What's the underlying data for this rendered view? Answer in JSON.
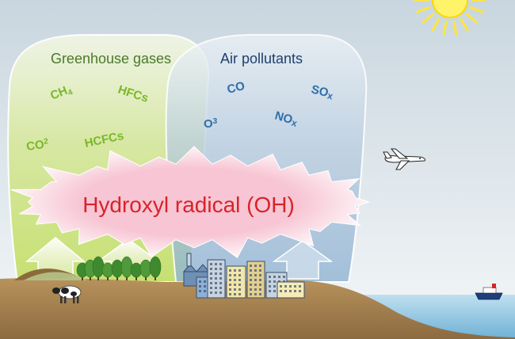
{
  "colors": {
    "sky_top": "#c9d6df",
    "sky_bottom": "#f4f7f8",
    "greenhouse_cloud": "#d6e79a",
    "pollutant_cloud": "#b9cde0",
    "oh_burst": "#f7c5d3",
    "oh_text": "#d8232a",
    "ground": "#a88657",
    "sea": "#8fc3df",
    "sun": "#ffe53a"
  },
  "greenhouse": {
    "title": "Greenhouse gases",
    "gases": {
      "ch4": {
        "base": "CH",
        "sub": "4"
      },
      "hfcs": "HFCs",
      "co2": {
        "base": "CO",
        "sub": "2"
      },
      "hcfcs": "HCFCs"
    }
  },
  "pollutants": {
    "title": "Air pollutants",
    "gases": {
      "co": "CO",
      "sox": {
        "base": "SO",
        "sub": "x"
      },
      "o3": {
        "base": "O",
        "sub": "3"
      },
      "nox": {
        "base": "NO",
        "sub": "x"
      }
    }
  },
  "center": {
    "label": "Hydroxyl radical (OH)"
  }
}
